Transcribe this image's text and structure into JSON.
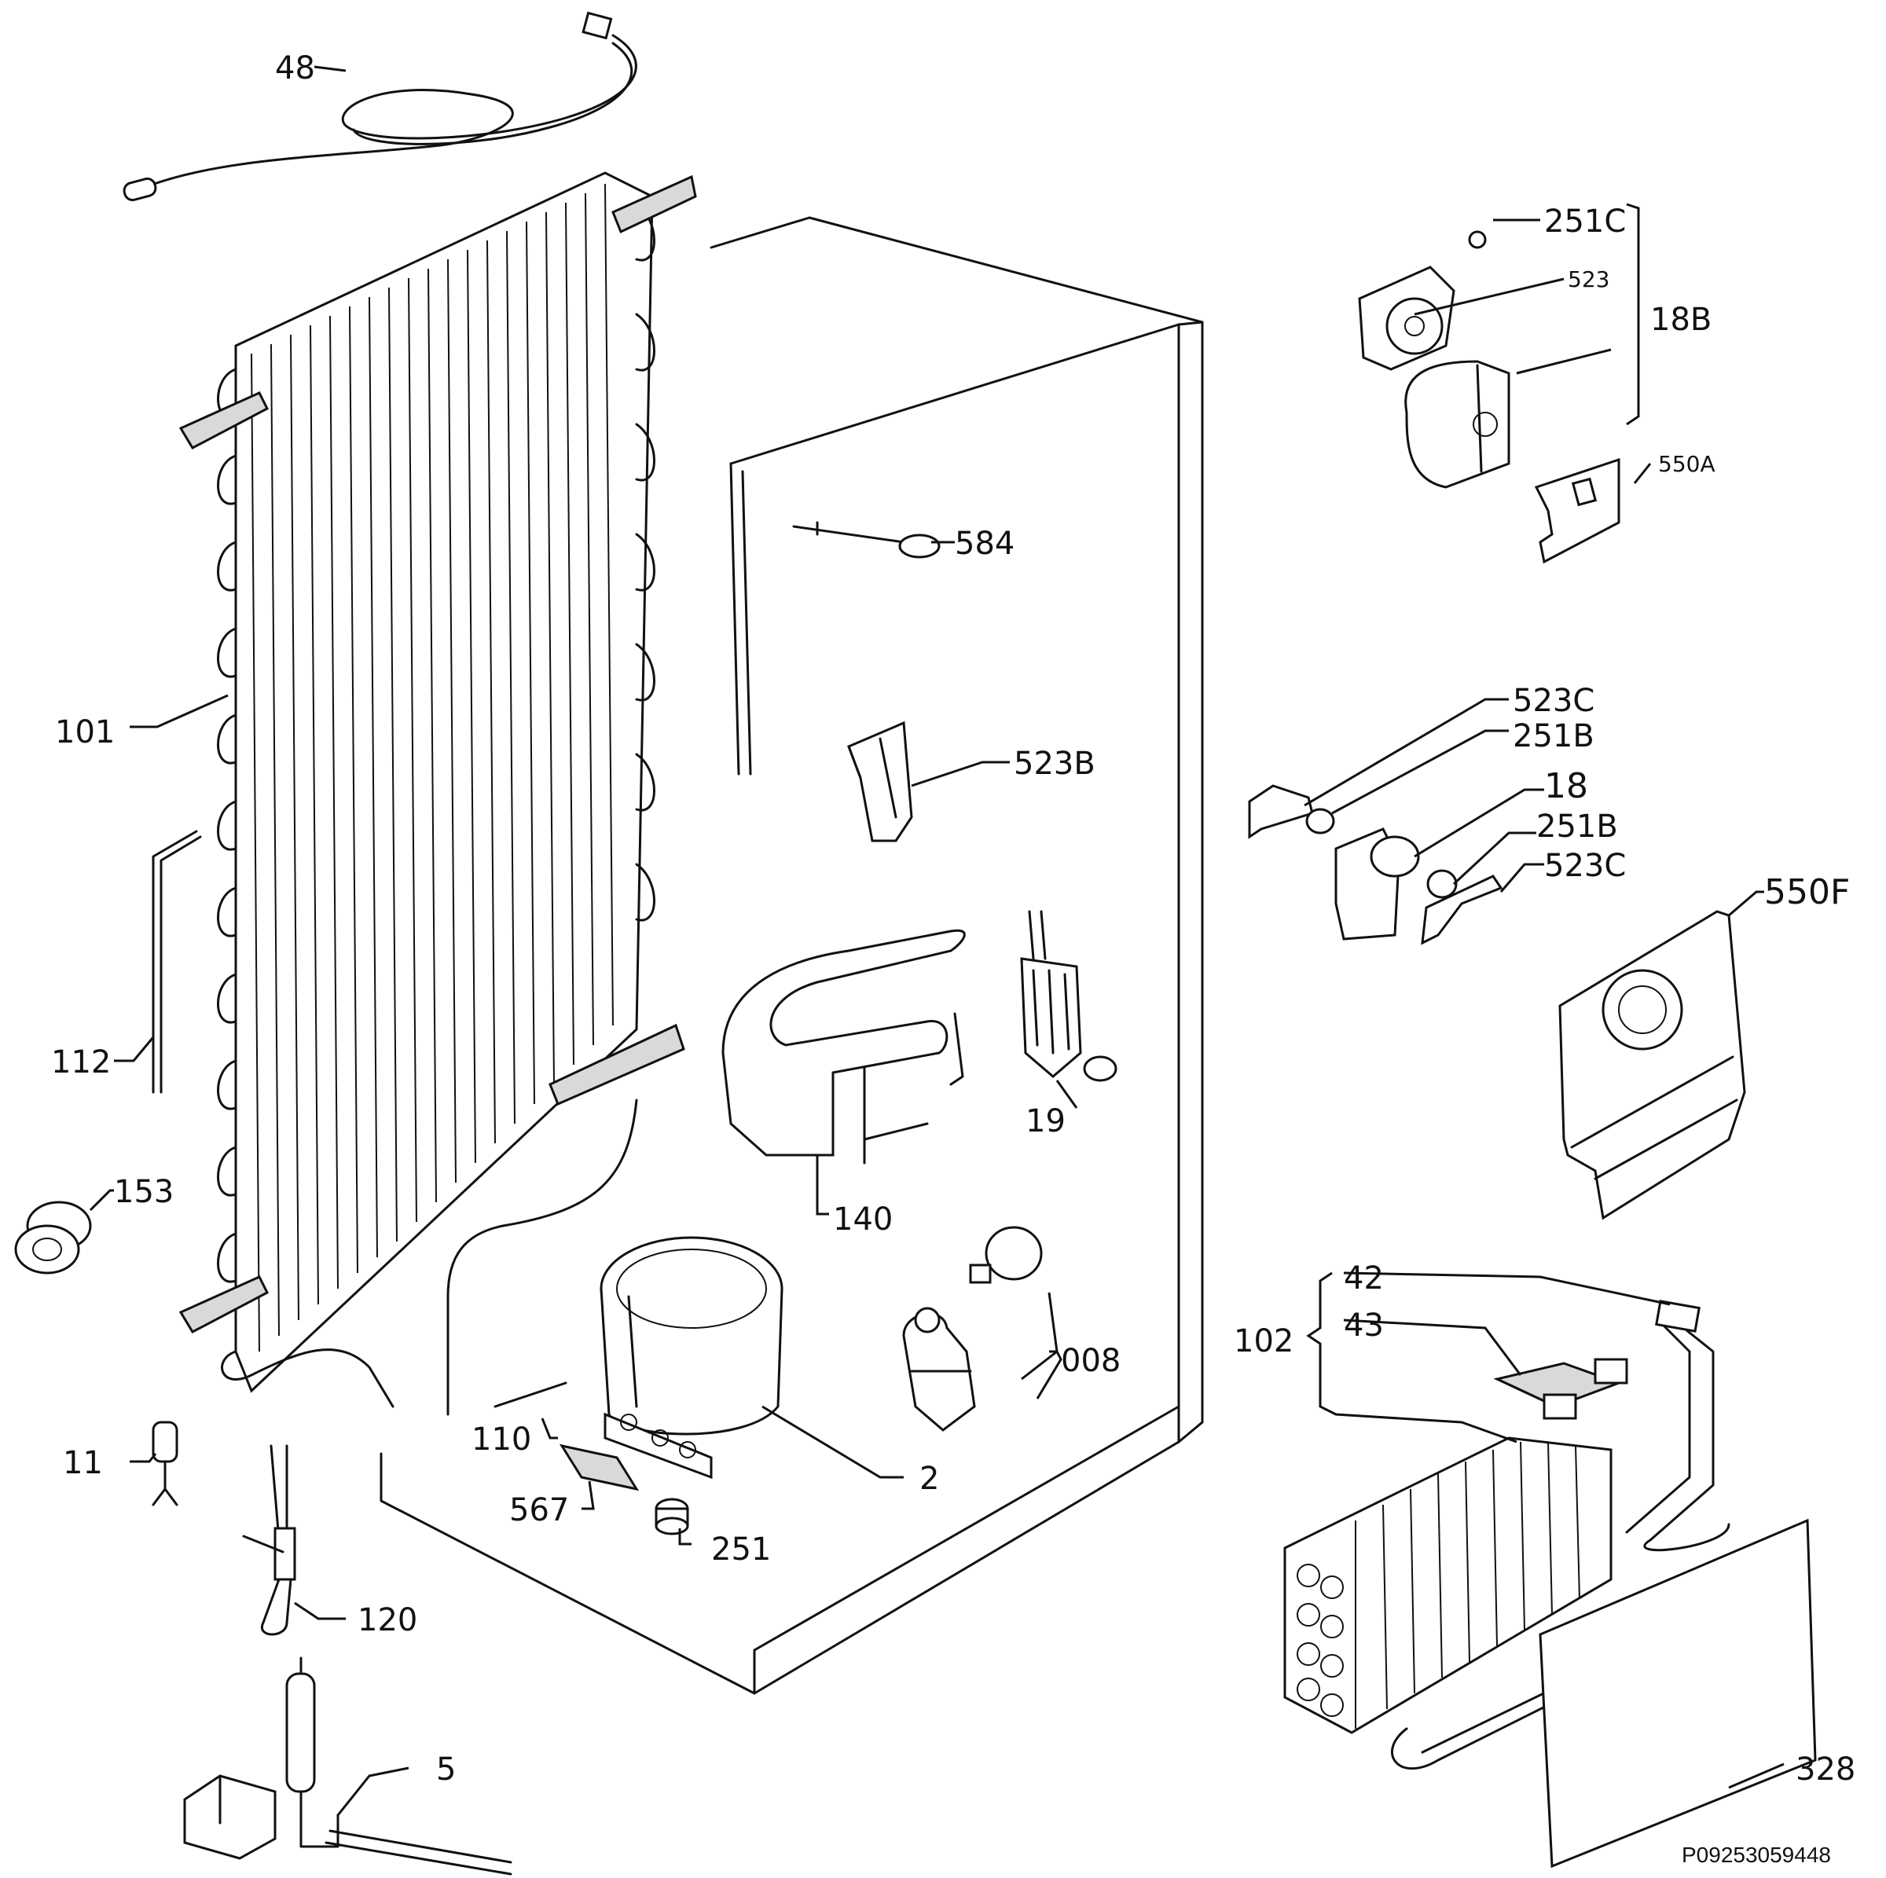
{
  "labels": {
    "l48": "48",
    "l251c": "251C",
    "l523": "523",
    "l18b": "18B",
    "l550a": "550A",
    "l584": "584",
    "l101": "101",
    "l523c_top": "523C",
    "l251b_top": "251B",
    "l18": "18",
    "l251b_bot": "251B",
    "l523c_bot": "523C",
    "l523b": "523B",
    "l550f": "550F",
    "l112": "112",
    "l19": "19",
    "l140": "140",
    "l153": "153",
    "l42": "42",
    "l43": "43",
    "l102": "102",
    "l008": "008",
    "l11": "11",
    "l110": "110",
    "l2": "2",
    "l567": "567",
    "l251": "251",
    "l120": "120",
    "l5": "5",
    "l328": "328"
  },
  "drawing_code": "P09253059448"
}
